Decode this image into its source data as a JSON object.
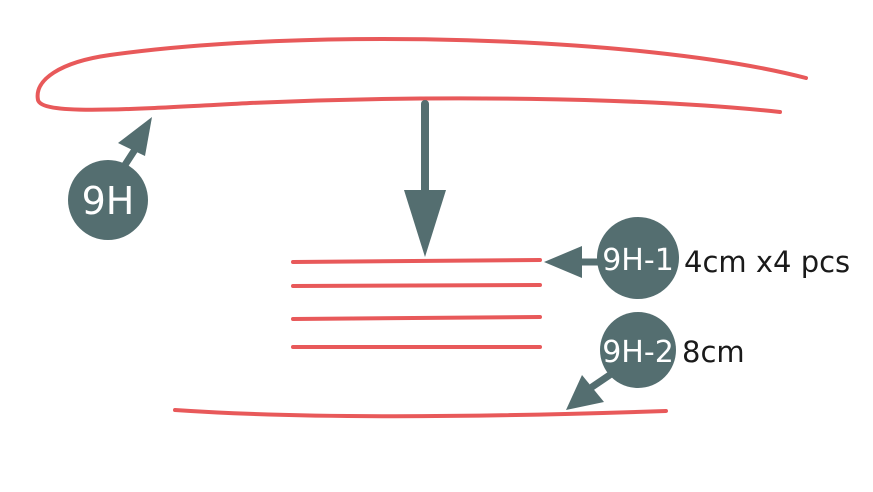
{
  "colors": {
    "strip": "#e8595a",
    "badge": "#546e70",
    "arrow": "#546e70",
    "badge_text": "#ffffff",
    "caption_text": "#1a1a1a"
  },
  "labels": {
    "main": {
      "badge": "9H"
    },
    "part1": {
      "badge": "9H-1",
      "note": "4cm x4 pcs"
    },
    "part2": {
      "badge": "9H-2",
      "note": "8cm"
    }
  },
  "part1_piece_count": 4
}
